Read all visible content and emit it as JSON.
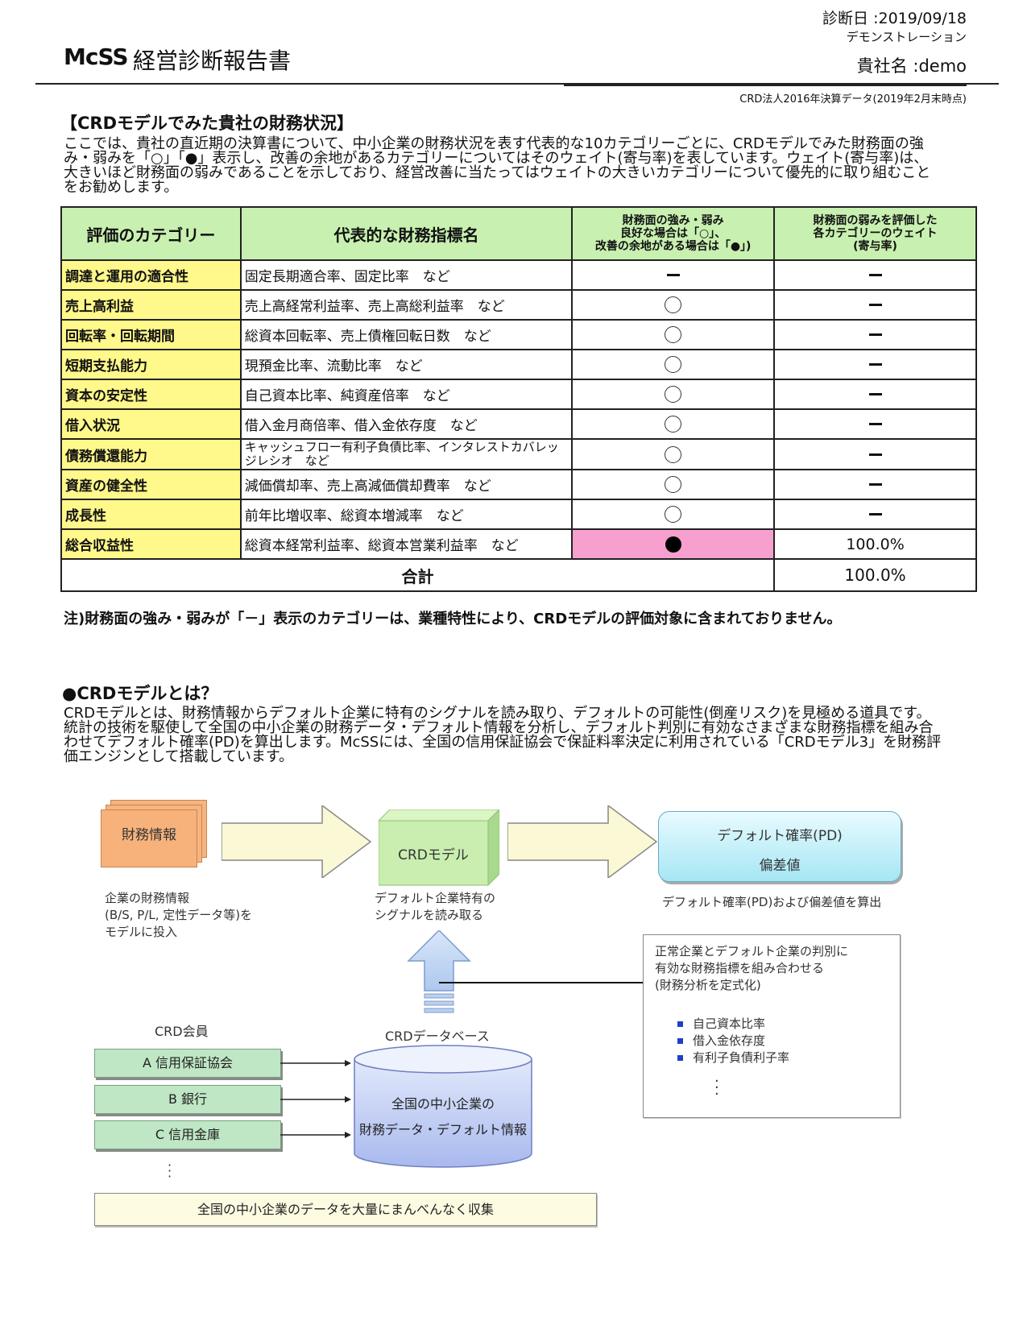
{
  "header": {
    "logo": "McSS",
    "title": "経営診断報告書",
    "date_label": "診断日 :",
    "date": "2019/09/18",
    "demo_label": "デモンストレーション",
    "company_label": "貴社名 :",
    "company": "demo",
    "data_source": "CRD法人2016年決算データ(2019年2月末時点)"
  },
  "section1": {
    "heading": "【CRDモデルでみた貴社の財務状況】",
    "intro": "ここでは、貴社の直近期の決算書について、中小企業の財務状況を表す代表的な10カテゴリーごとに、CRDモデルでみた財務面の強み・弱みを「○」「●」表示し、改善の余地があるカテゴリーについてはそのウェイト(寄与率)を表しています。ウェイト(寄与率)は、大きいほど財務面の弱みであることを示しており、経営改善に当たってはウェイトの大きいカテゴリーについて優先的に取り組むことをお勧めします。",
    "table_headers": {
      "category": "評価のカテゴリー",
      "indicator": "代表的な財務指標名",
      "strength": "財務面の強み・弱み\n良好な場合は「○」、\n改善の余地がある場合は「●」)",
      "weight": "財務面の弱みを評価した\n各カテゴリーのウェイト\n(寄与率)"
    },
    "rows": [
      {
        "category": "調達と運用の適合性",
        "indicator": "固定長期適合率、固定比率　など",
        "mark": "dash",
        "weight": "－"
      },
      {
        "category": "売上高利益",
        "indicator": "売上高経常利益率、売上高総利益率　など",
        "mark": "good",
        "weight": "－"
      },
      {
        "category": "回転率・回転期間",
        "indicator": "総資本回転率、売上債権回転日数　など",
        "mark": "good",
        "weight": "－"
      },
      {
        "category": "短期支払能力",
        "indicator": "現預金比率、流動比率　など",
        "mark": "good",
        "weight": "－"
      },
      {
        "category": "資本の安定性",
        "indicator": "自己資本比率、純資産倍率　など",
        "mark": "good",
        "weight": "－"
      },
      {
        "category": "借入状況",
        "indicator": "借入金月商倍率、借入金依存度　など",
        "mark": "good",
        "weight": "－"
      },
      {
        "category": "債務償還能力",
        "indicator": "キャッシュフロー有利子負債比率、インタレストカバレッジレシオ　など",
        "mark": "good",
        "weight": "－"
      },
      {
        "category": "資産の健全性",
        "indicator": "減価償却率、売上高減価償却費率　など",
        "mark": "good",
        "weight": "－"
      },
      {
        "category": "成長性",
        "indicator": "前年比増収率、総資本増減率　など",
        "mark": "good",
        "weight": "－"
      },
      {
        "category": "総合収益性",
        "indicator": "総資本経常利益率、総資本営業利益率　など",
        "mark": "bad",
        "weight": "100.0%"
      }
    ],
    "total_label": "合計",
    "total_value": "100.0%",
    "note": "注)財務面の強み・弱みが「－」表示のカテゴリーは、業種特性により、CRDモデルの評価対象に含まれておりません。"
  },
  "section2": {
    "heading": "●CRDモデルとは？",
    "body": "CRDモデルとは、財務情報からデフォルト企業に特有のシグナルを読み取り、デフォルトの可能性(倒産リスク)を見極める道具です。統計の技術を駆使して全国の中小企業の財務データ・デフォルト情報を分析し、デフォルト判別に有効なさまざまな財務指標を組み合わせてデフォルト確率(PD)を算出します。McSSには、全国の信用保証協会で保証料率決定に利用されている「CRDモデル3」を財務評価エンジンとして搭載しています。"
  },
  "diagram": {
    "financial_info": "財務情報",
    "financial_desc": [
      "企業の財務情報",
      "(B/S, P/L, 定性データ等)を",
      "モデルに投入"
    ],
    "crd_model": "CRDモデル",
    "crd_desc": [
      "デフォルト企業特有の",
      "シグナルを読み取る"
    ],
    "pd_title": "デフォルト確率(PD)",
    "pd_sub": "偏差値",
    "pd_desc": "デフォルト確率(PD)および偏差値を算出",
    "combo_desc": [
      "正常企業とデフォルト企業の判別に",
      "有効な財務指標を組み合わせる",
      "(財務分析を定式化)"
    ],
    "indicators": [
      "自己資本比率",
      "借入金依存度",
      "有利子負債利子率"
    ],
    "members_title": "CRD会員",
    "members": [
      "A 信用保証協会",
      "B 銀行",
      "C 信用金庫"
    ],
    "db_title": "CRDデータベース",
    "db_text": [
      "全国の中小企業の",
      "財務データ・デフォルト情報"
    ],
    "collect_text": "全国の中小企業のデータを大量にまんべんなく収集",
    "colors": {
      "green_header": "#c8f0b0",
      "yellow_cat": "#fff88a",
      "pink_bad": "#f7a0cf"
    }
  }
}
